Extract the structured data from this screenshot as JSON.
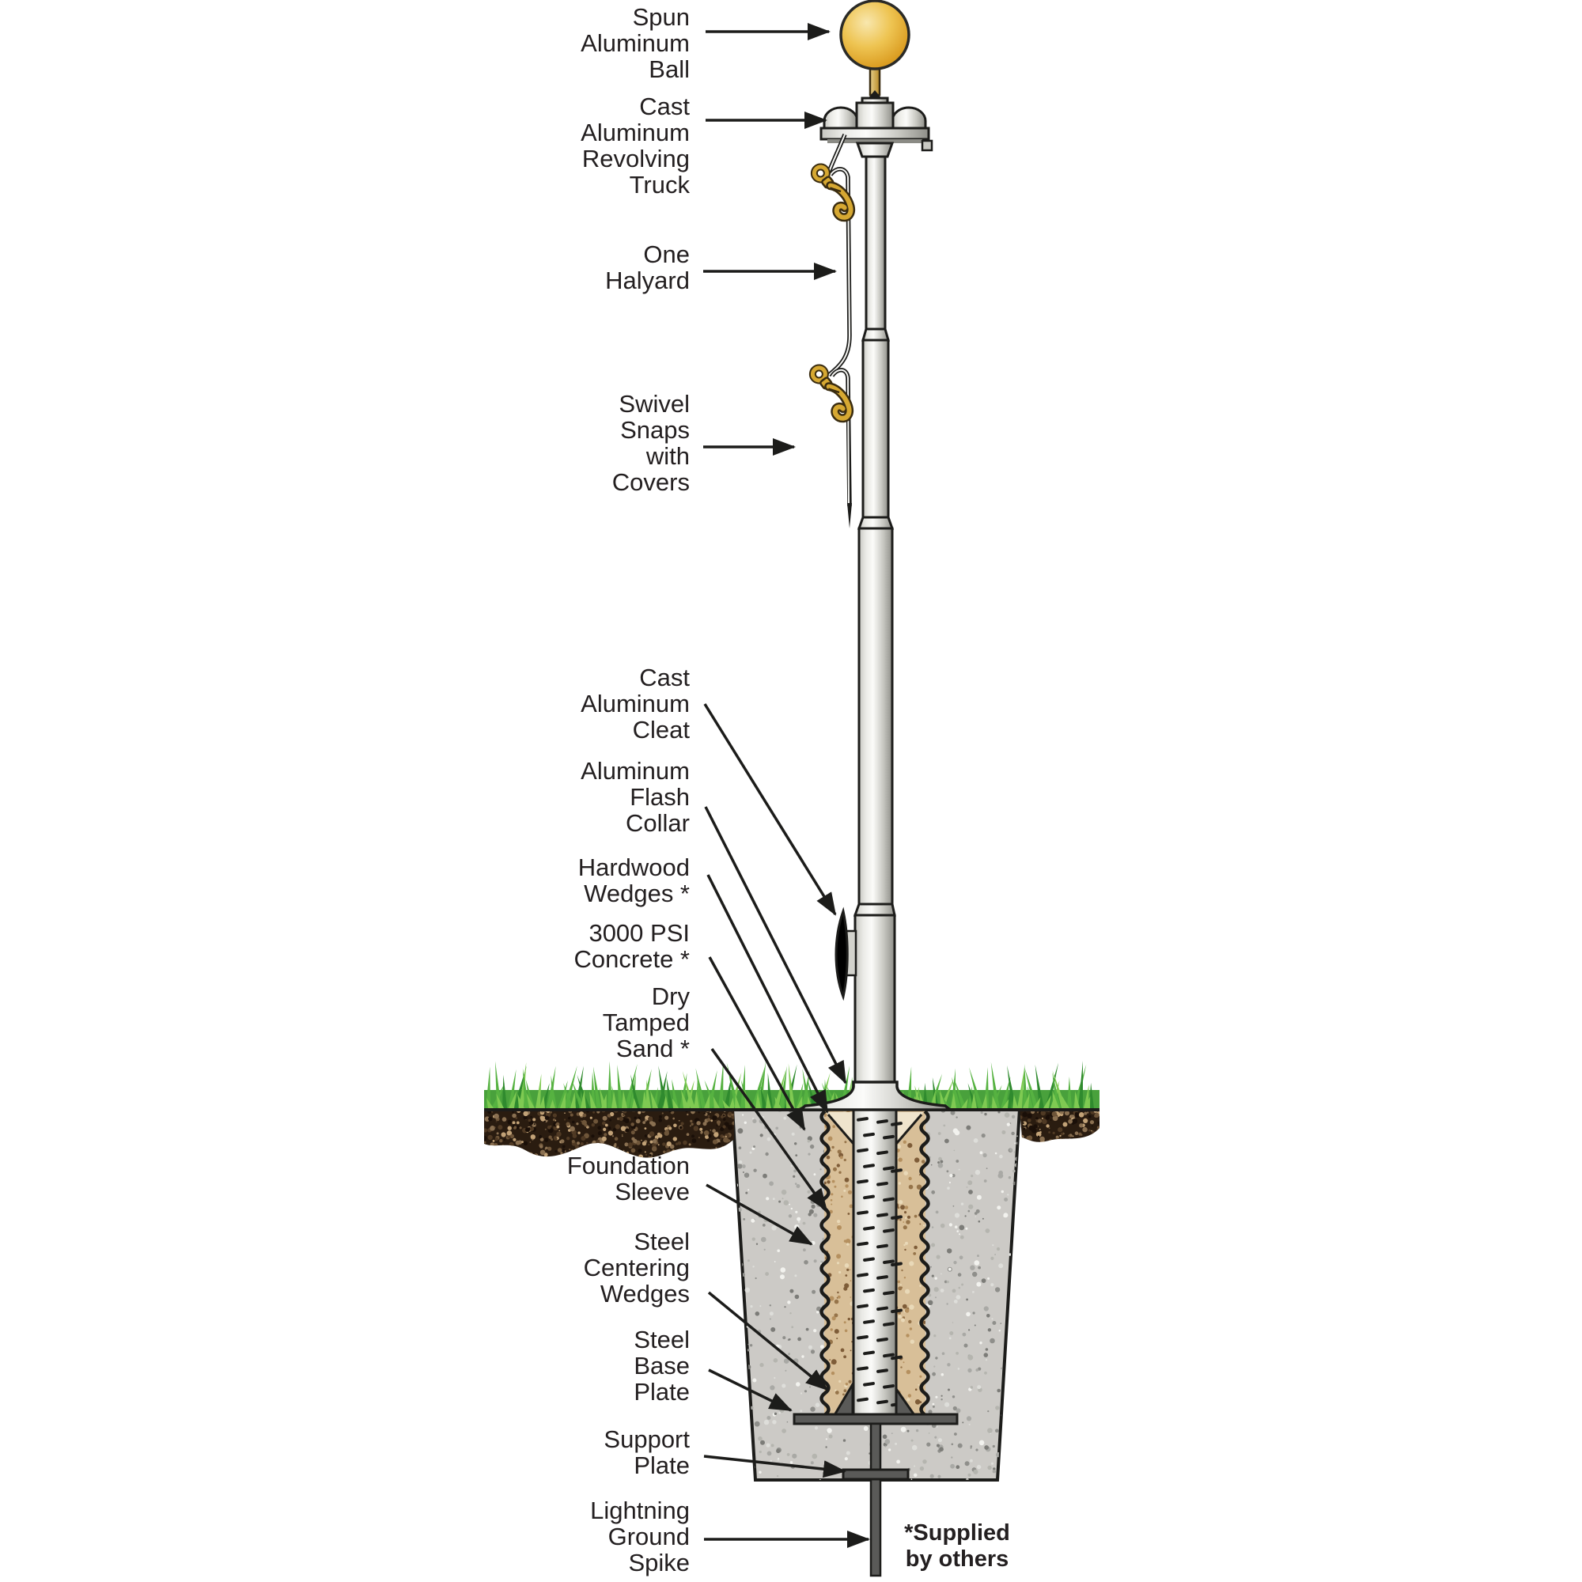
{
  "labels": {
    "spun_aluminum_ball": "Spun\nAluminum\nBall",
    "cast_aluminum_revolving_truck": "Cast\nAluminum\nRevolving\nTruck",
    "one_halyard": "One\nHalyard",
    "swivel_snaps_with_covers": "Swivel\nSnaps\nwith\nCovers",
    "cast_aluminum_cleat": "Cast\nAluminum\nCleat",
    "aluminum_flash_collar": "Aluminum\nFlash\nCollar",
    "hardwood_wedges": "Hardwood\nWedges *",
    "concrete_3000_psi": "3000 PSI\nConcrete *",
    "dry_tamped_sand": "Dry\nTamped\nSand *",
    "foundation_sleeve": "Foundation\nSleeve",
    "steel_centering_wedges": "Steel\nCentering\nWedges",
    "steel_base_plate": "Steel\nBase\nPlate",
    "support_plate": "Support\nPlate",
    "lightning_ground_spike": "Lightning\nGround\nSpike"
  },
  "footnote": "*Supplied\nby others",
  "colors": {
    "label_text": "#231f20",
    "outline": "#1c1c1a",
    "ball_highlight": "#f8e7ae",
    "ball_mid": "#eec452",
    "ball_edge": "#c98e1c",
    "gold": "#d6a832",
    "gold_dark": "#3a2c10",
    "rope_core": "#f7f7f4",
    "pole_edge": "#c6c6c0",
    "pole_highlight": "#fbfbf9",
    "pole_shadow": "#8e8e88",
    "grass_base": "#49a13c",
    "grass_dark": "#2f8a2e",
    "grass_mid": "#56b241",
    "grass_light": "#7fca52",
    "soil_base": "#2a1c10",
    "concrete_base": "#cccac6",
    "sand_base": "#d8bf98",
    "cream_wedge": "#efe4cd",
    "steel": "#5a5a58"
  }
}
